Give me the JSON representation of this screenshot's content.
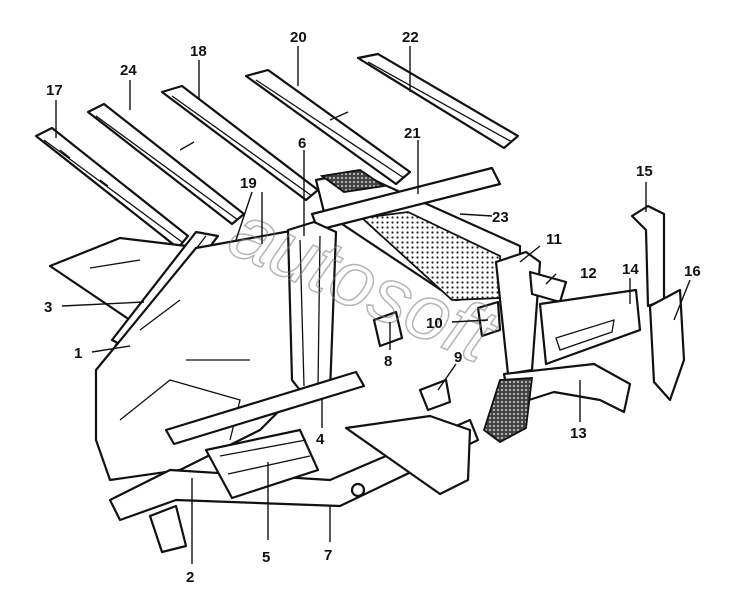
{
  "diagram": {
    "watermark": "autosoft",
    "callouts": [
      {
        "id": "1",
        "label": "1"
      },
      {
        "id": "2",
        "label": "2"
      },
      {
        "id": "3",
        "label": "3"
      },
      {
        "id": "4",
        "label": "4"
      },
      {
        "id": "5",
        "label": "5"
      },
      {
        "id": "6",
        "label": "6"
      },
      {
        "id": "7",
        "label": "7"
      },
      {
        "id": "8",
        "label": "8"
      },
      {
        "id": "9",
        "label": "9"
      },
      {
        "id": "10",
        "label": "10"
      },
      {
        "id": "11",
        "label": "11"
      },
      {
        "id": "12",
        "label": "12"
      },
      {
        "id": "13",
        "label": "13"
      },
      {
        "id": "14",
        "label": "14"
      },
      {
        "id": "15",
        "label": "15"
      },
      {
        "id": "16",
        "label": "16"
      },
      {
        "id": "17",
        "label": "17"
      },
      {
        "id": "18",
        "label": "18"
      },
      {
        "id": "19",
        "label": "19"
      },
      {
        "id": "20",
        "label": "20"
      },
      {
        "id": "21",
        "label": "21"
      },
      {
        "id": "22",
        "label": "22"
      },
      {
        "id": "23",
        "label": "23"
      },
      {
        "id": "24",
        "label": "24"
      }
    ]
  }
}
